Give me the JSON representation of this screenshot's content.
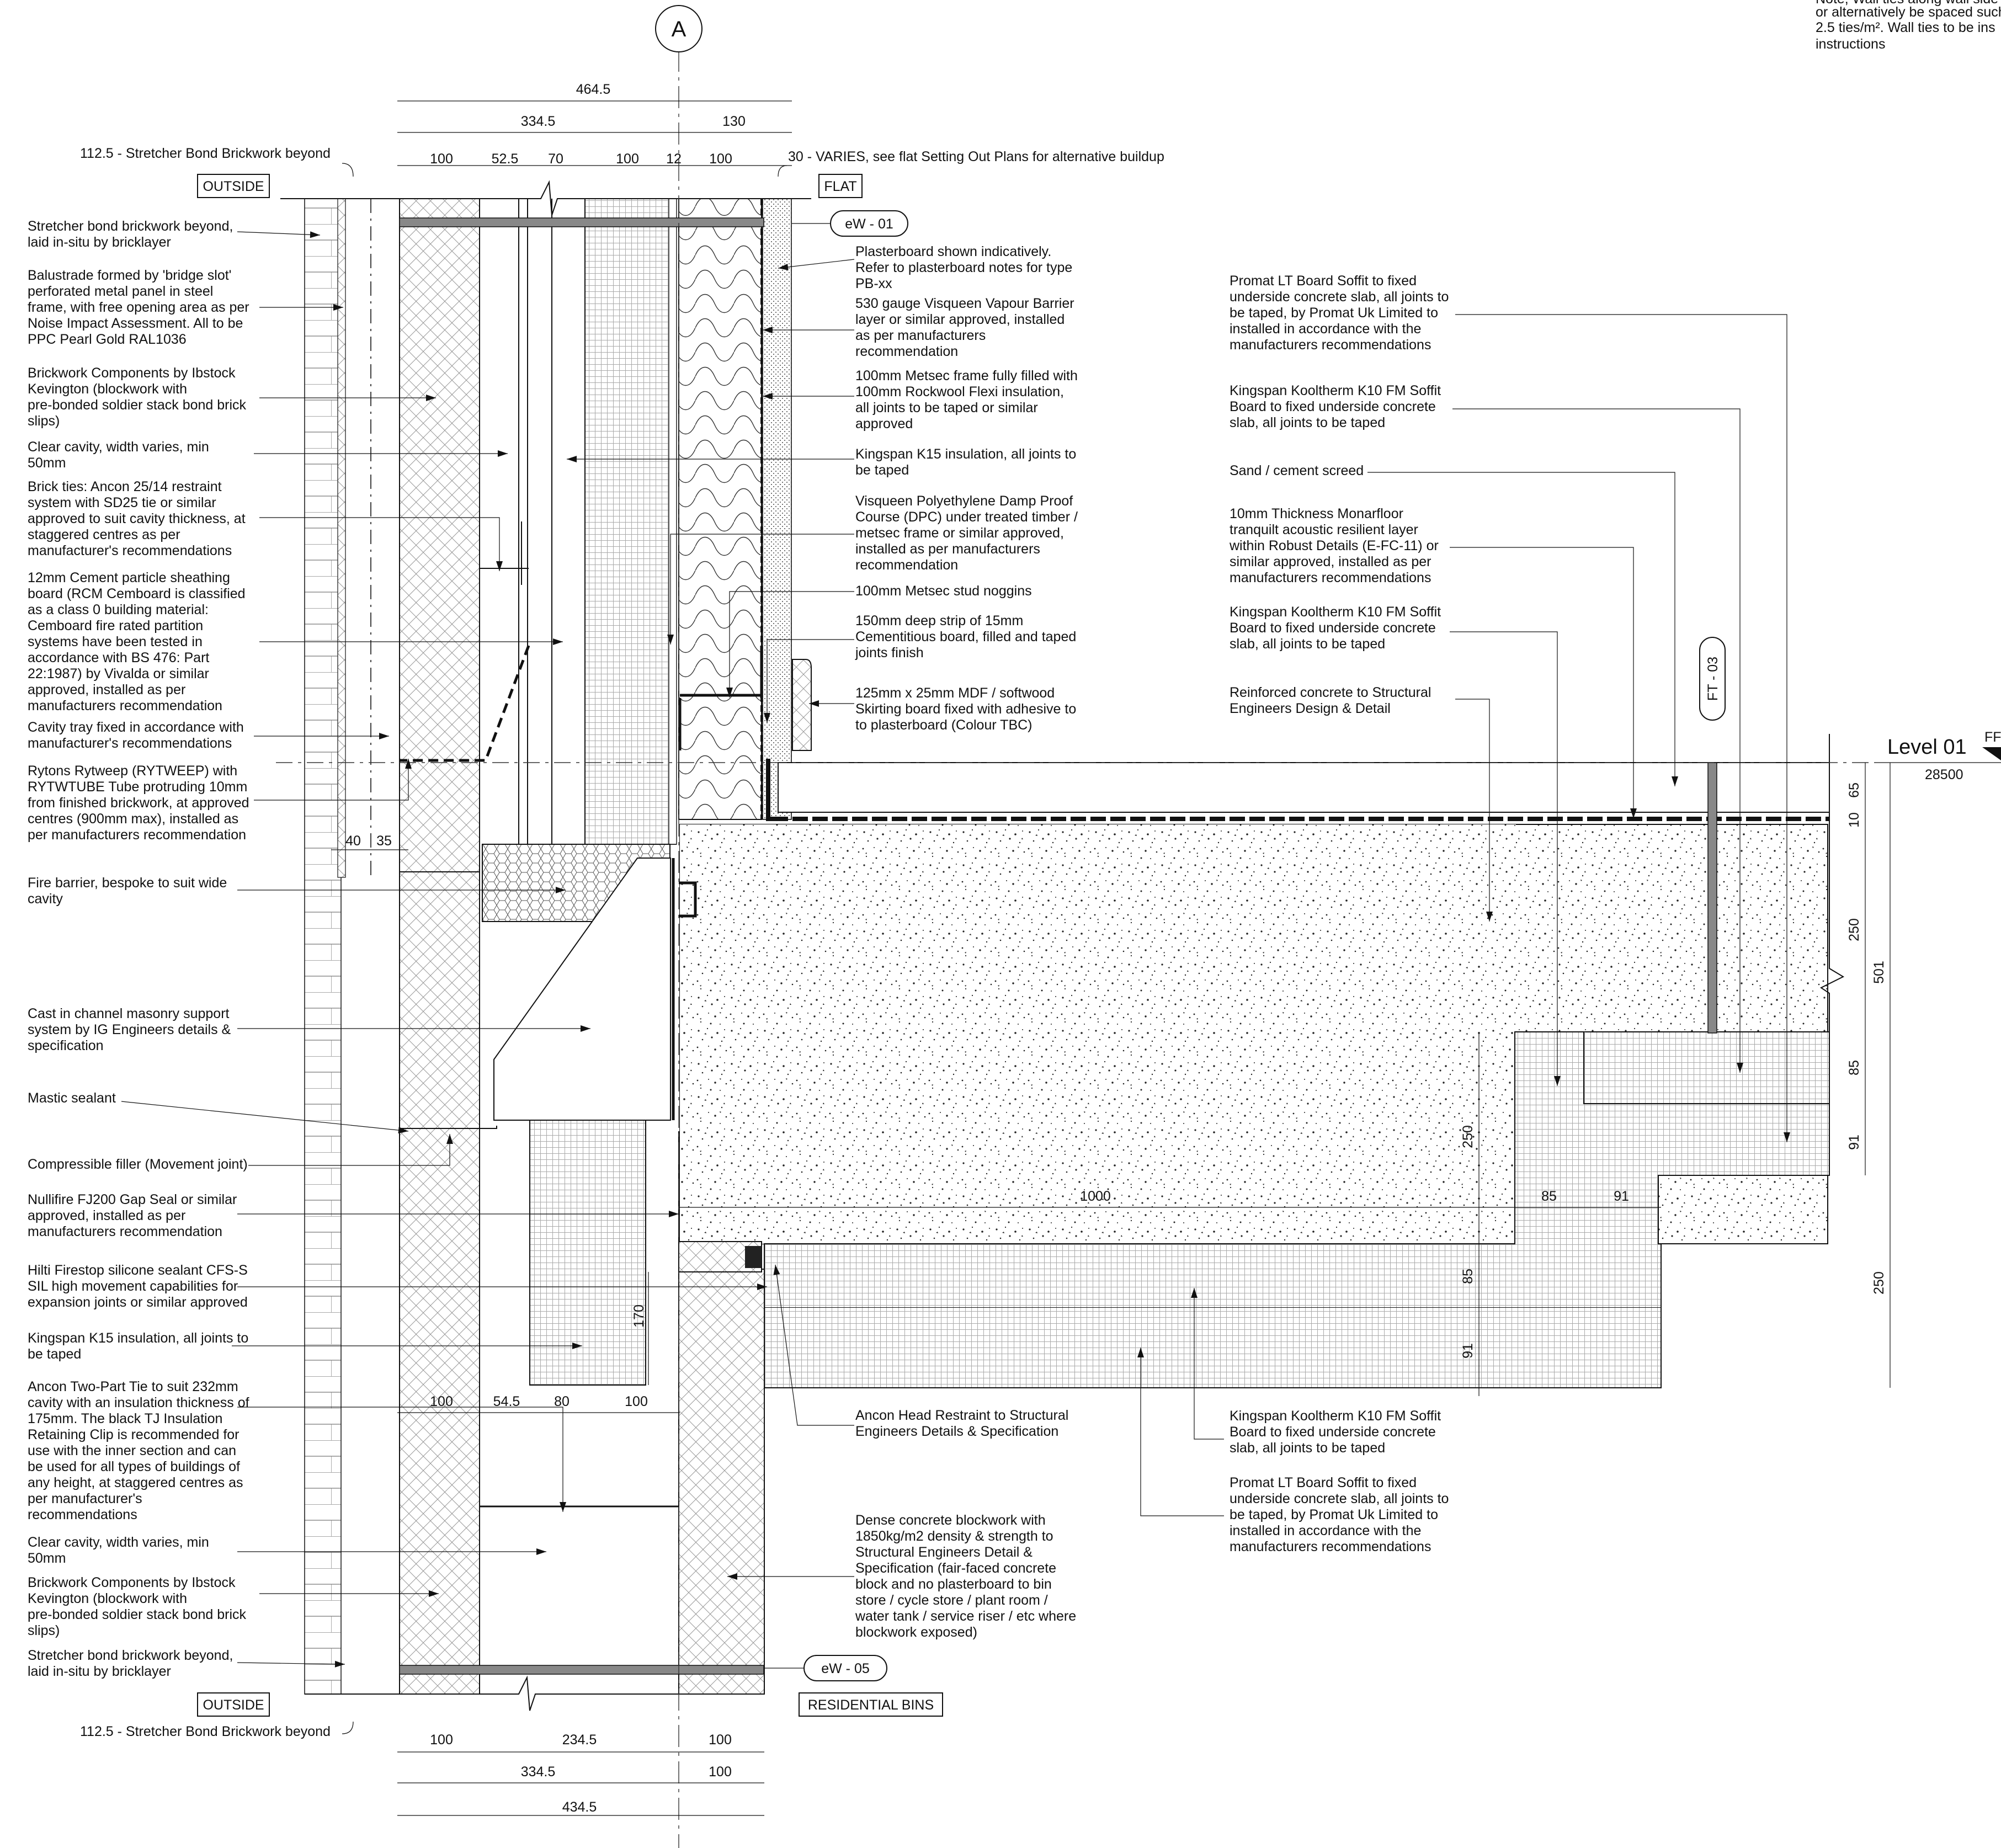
{
  "grid_marker": "A",
  "level": {
    "name": "Level 01",
    "value": "28500",
    "ffl_fragment": "FF"
  },
  "top_right_fragment": [
    "Note, Wall ties along wall side",
    "or alternatively be spaced such",
    "2.5 ties/m². Wall ties to be ins",
    "instructions"
  ],
  "labels": {
    "outside_top": "OUTSIDE",
    "flat": "FLAT",
    "outside_bottom": "OUTSIDE",
    "residential_bins": "RESIDENTIAL BINS",
    "ew01": "eW - 01",
    "ew05": "eW - 05",
    "ft03": "FT - 03"
  },
  "dims_top": {
    "overall": "464.5",
    "left_group": "334.5",
    "right_group": "130",
    "stretcher_note": "112.5 - Stretcher Bond Brickwork beyond",
    "varies_note": "30 - VARIES, see flat Setting Out Plans for alternative buildup",
    "parts": [
      "100",
      "52.5",
      "70",
      "100",
      "12",
      "100"
    ]
  },
  "dims_bottom": {
    "stretcher_note": "112.5 - Stretcher Bond Brickwork beyond",
    "row1": [
      "100",
      "234.5",
      "100"
    ],
    "row2": [
      "334.5",
      "100"
    ],
    "row3": "434.5"
  },
  "dims_mid": {
    "left_small": [
      "40",
      "35"
    ],
    "lower_wall": [
      "100",
      "54.5",
      "80",
      "100"
    ],
    "v170": "170",
    "v250": "250",
    "v85": "85",
    "v91": "91",
    "h1000": "1000",
    "h85": "85",
    "h91": "91"
  },
  "dims_right": [
    "65",
    "10",
    "250",
    "501",
    "85",
    "91",
    "250"
  ],
  "left_notes": [
    [
      "Stretcher bond brickwork beyond,",
      "laid in-situ by bricklayer"
    ],
    [
      "Balustrade formed by 'bridge slot'",
      "perforated metal panel in steel",
      "frame, with free opening area as per",
      "Noise Impact Assessment. All to be",
      "PPC Pearl Gold RAL1036"
    ],
    [
      "Brickwork Components by Ibstock",
      "Kevington (blockwork with",
      "pre-bonded soldier stack bond brick",
      "slips)"
    ],
    [
      "Clear cavity, width varies, min",
      "50mm"
    ],
    [
      "Brick ties: Ancon 25/14 restraint",
      "system with SD25 tie or similar",
      "approved to suit cavity thickness, at",
      "staggered centres as per",
      "manufacturer's recommendations"
    ],
    [
      "12mm Cement particle sheathing",
      "board (RCM Cemboard is classified",
      "as a class 0 building material:",
      "Cemboard fire rated partition",
      "systems have been tested in",
      "accordance with BS 476: Part",
      "22:1987) by Vivalda or similar",
      "approved, installed as per",
      "manufacturers recommendation"
    ],
    [
      "Cavity tray fixed in accordance with",
      "manufacturer's recommendations"
    ],
    [
      "Rytons Rytweep (RYTWEEP) with",
      "RYTWTUBE Tube protruding 10mm",
      "from finished brickwork, at approved",
      "centres (900mm max), installed as",
      "per manufacturers recommendation"
    ],
    [
      "Fire barrier, bespoke to suit wide",
      "cavity"
    ],
    [
      "Cast in channel masonry support",
      "system by IG Engineers details &",
      "specification"
    ],
    [
      "Mastic sealant"
    ],
    [
      "Compressible filler (Movement joint)"
    ],
    [
      "Nullifire FJ200 Gap Seal or similar",
      "approved, installed as per",
      "manufacturers recommendation"
    ],
    [
      "Hilti Firestop silicone sealant CFS-S",
      "SIL high movement capabilities for",
      "expansion joints or similar approved"
    ],
    [
      "Kingspan K15 insulation, all joints to",
      "be taped"
    ],
    [
      "Ancon Two-Part Tie to suit 232mm",
      "cavity with an insulation thickness of",
      "175mm. The black TJ Insulation",
      "Retaining Clip is recommended for",
      "use with the inner section and can",
      "be used for all types of buildings of",
      "any height, at staggered centres as",
      "per manufacturer's",
      "recommendations"
    ],
    [
      "Clear cavity, width varies, min",
      "50mm"
    ],
    [
      "Brickwork Components by Ibstock",
      "Kevington (blockwork with",
      "pre-bonded soldier stack bond brick",
      "slips)"
    ],
    [
      "Stretcher bond brickwork beyond,",
      "laid in-situ by bricklayer"
    ]
  ],
  "mid_notes": [
    [
      "Plasterboard shown indicatively.",
      "Refer to plasterboard notes for type",
      "PB-xx"
    ],
    [
      "530 gauge Visqueen Vapour Barrier",
      "layer or similar approved, installed",
      "as per manufacturers",
      "recommendation"
    ],
    [
      "100mm Metsec frame fully filled with",
      "100mm Rockwool Flexi insulation,",
      "all joints to be taped or similar",
      "approved"
    ],
    [
      "Kingspan K15 insulation, all joints to",
      "be taped"
    ],
    [
      "Visqueen Polyethylene Damp Proof",
      "Course (DPC) under treated timber /",
      "metsec frame or similar approved,",
      "installed as per manufacturers",
      "recommendation"
    ],
    [
      "100mm Metsec stud noggins"
    ],
    [
      "150mm deep strip of 15mm",
      "Cementitious board, filled and taped",
      "joints finish"
    ],
    [
      "125mm x 25mm MDF / softwood",
      "Skirting board fixed with adhesive to",
      "to plasterboard (Colour TBC)"
    ],
    [
      "Ancon Head Restraint to Structural",
      "Engineers Details & Specification"
    ],
    [
      "Dense concrete blockwork with",
      "1850kg/m2 density & strength to",
      "Structural Engineers Detail &",
      "Specification (fair-faced concrete",
      "block and no plasterboard to bin",
      "store / cycle store / plant room /",
      "water tank / service riser / etc where",
      "blockwork exposed)"
    ]
  ],
  "right_notes": [
    [
      "Promat LT Board Soffit to fixed",
      "underside concrete slab, all joints to",
      "be taped, by Promat Uk Limited to",
      "installed in accordance with the",
      "manufacturers recommendations"
    ],
    [
      "Kingspan Kooltherm K10 FM Soffit",
      "Board to fixed underside concrete",
      "slab, all joints to be taped"
    ],
    [
      "Sand / cement screed"
    ],
    [
      "10mm Thickness Monarfloor",
      "tranquilt acoustic resilient layer",
      "within Robust Details (E-FC-11) or",
      "similar approved, installed as per",
      "manufacturers recommendations"
    ],
    [
      "Kingspan Kooltherm K10 FM Soffit",
      "Board to fixed underside concrete",
      "slab, all joints to be taped"
    ],
    [
      "Reinforced concrete to Structural",
      "Engineers Design & Detail"
    ],
    [
      "Kingspan Kooltherm K10 FM Soffit",
      "Board to fixed underside concrete",
      "slab, all joints to be taped"
    ],
    [
      "Promat LT Board Soffit to fixed",
      "underside concrete slab, all joints to",
      "be taped, by Promat Uk Limited to",
      "installed in accordance with the",
      "manufacturers recommendations"
    ]
  ]
}
